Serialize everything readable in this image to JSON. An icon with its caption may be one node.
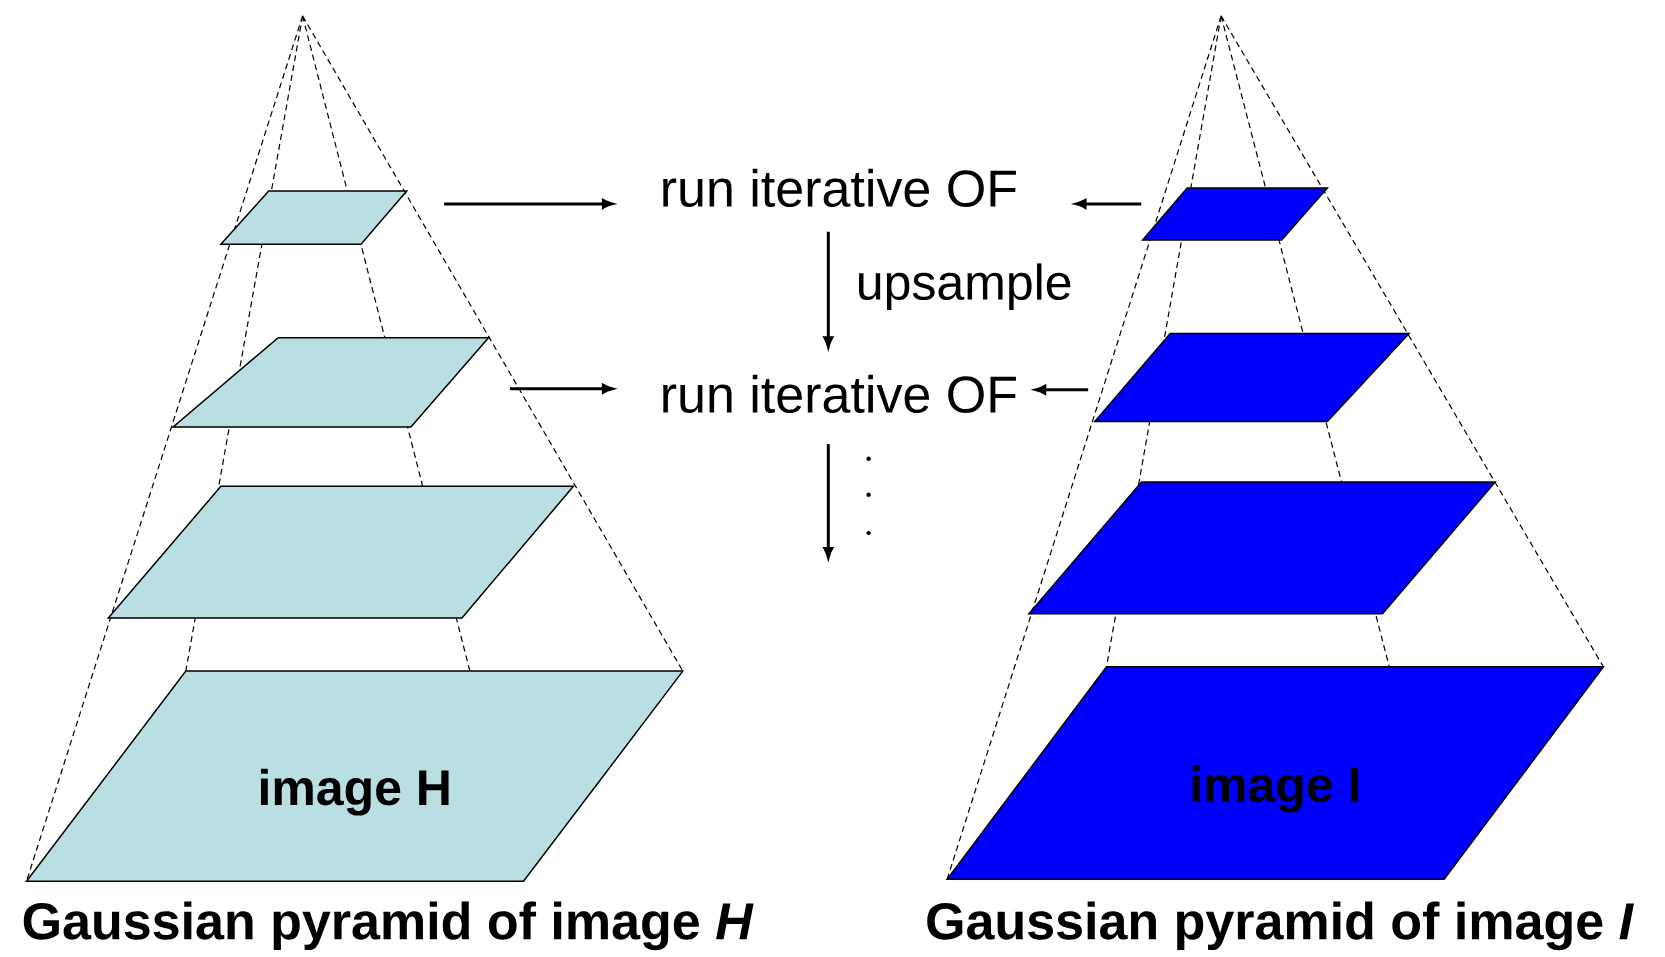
{
  "diagram": {
    "nodes": [
      {
        "text": [],
        "shape": "parallelogram"
      },
      {
        "text": [
          "run iterative OF"
        ]
      },
      {
        "text": [],
        "shape": "parallelogram"
      },
      {
        "text": [],
        "shape": "parallelogram"
      },
      {
        "text": [
          "run iterative OF"
        ]
      },
      {
        "text": [],
        "shape": "parallelogram"
      },
      {
        "text": [],
        "shape": "parallelogram"
      },
      {
        "text": [],
        "shape": "parallelogram"
      },
      {
        "text": [
          "image H"
        ]
      },
      {
        "text": [
          "image I"
        ]
      }
    ],
    "edges": [
      {
        "from": 0,
        "to": 1,
        "arrow": "to"
      },
      {
        "from": 2,
        "to": 1,
        "arrow": "to"
      },
      {
        "from": 1,
        "to": 4,
        "arrow": "to",
        "label": "upsample"
      },
      {
        "from": 3,
        "to": 4,
        "arrow": "to"
      },
      {
        "from": 5,
        "to": 4,
        "arrow": "to"
      },
      {
        "from": 4,
        "to": null,
        "arrow": "to"
      }
    ],
    "labels": [
      "Gaussian pyramid of image *H*",
      "Gaussian pyramid of image *I*"
    ]
  }
}
